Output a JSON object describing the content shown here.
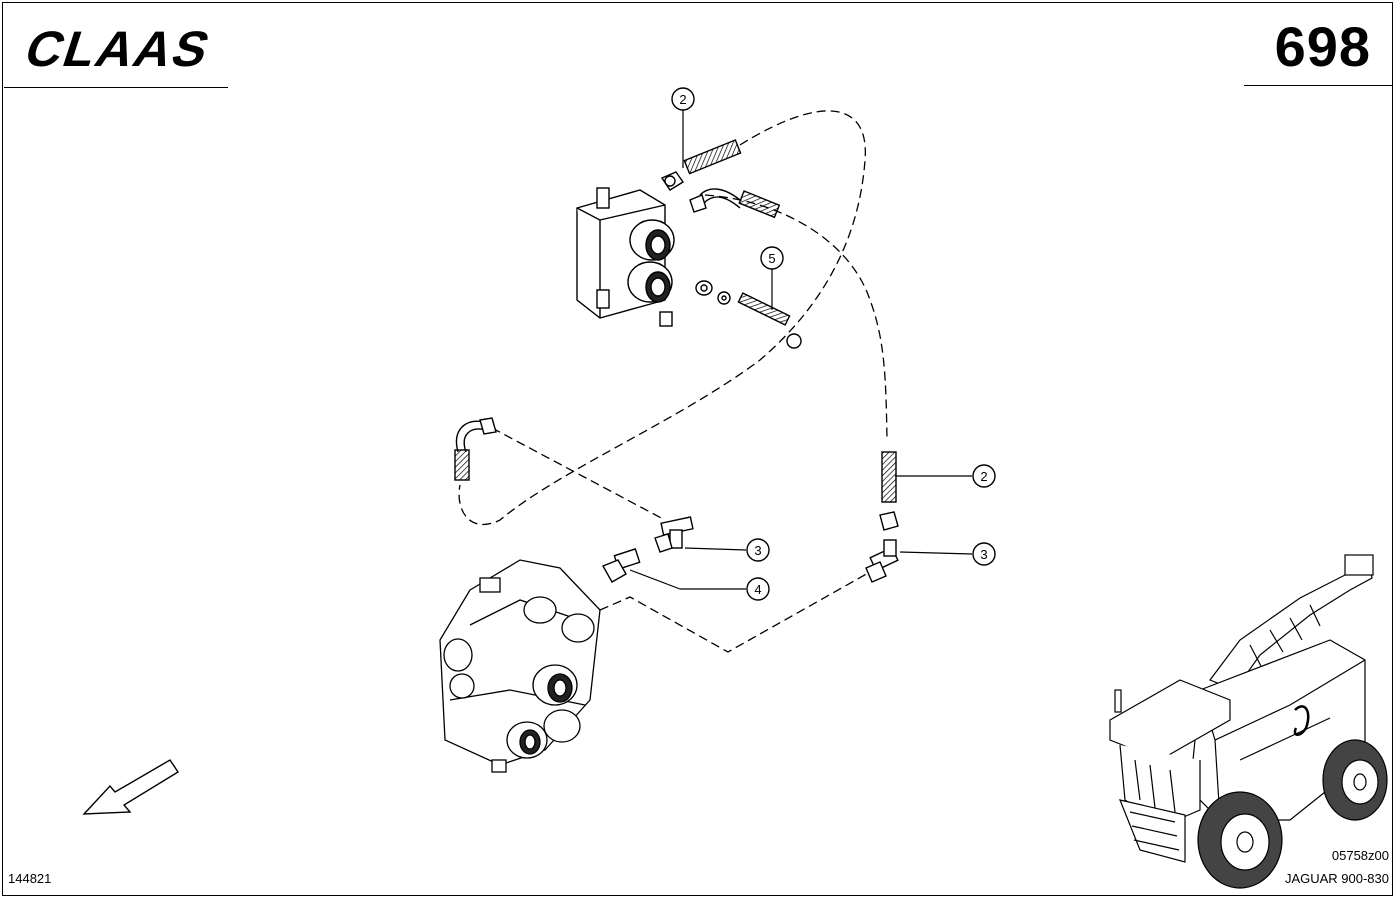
{
  "header": {
    "brand": "CLAAS",
    "page_number": "698"
  },
  "footer": {
    "drawing_number": "144821",
    "image_code": "05758z00",
    "model": "JAGUAR 900-830"
  },
  "callouts": {
    "top_hose_2": "2",
    "bolt_5": "5",
    "right_hose_2": "2",
    "left_tee_3": "3",
    "right_tee_3": "3",
    "sensor_4": "4"
  }
}
